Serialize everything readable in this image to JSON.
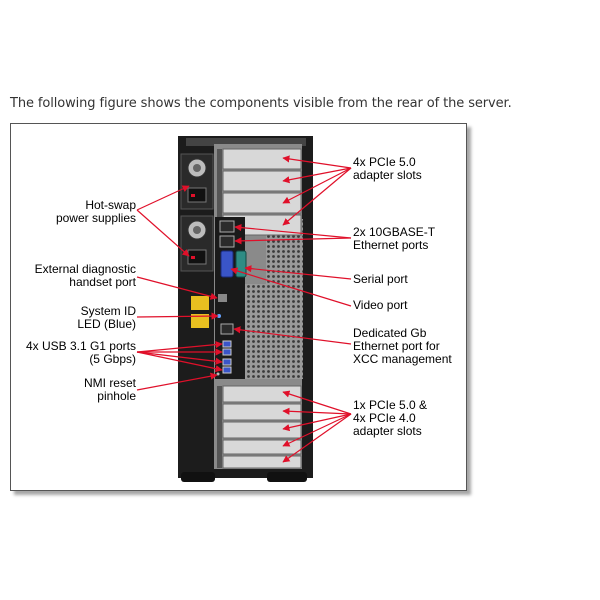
{
  "caption": "The following figure shows the components visible from the rear of the server.",
  "labels_left": {
    "hot_swap": [
      "Hot-swap",
      "power supplies"
    ],
    "diag_port": [
      "External diagnostic",
      "handset port"
    ],
    "system_id": [
      "System ID",
      "LED (Blue)"
    ],
    "usb": [
      "4x USB 3.1 G1 ports",
      "(5 Gbps)"
    ],
    "nmi": [
      "NMI reset",
      "pinhole"
    ]
  },
  "labels_right": {
    "pcie_top": [
      "4x PCIe 5.0",
      "adapter slots"
    ],
    "ethernet_10g": [
      "2x 10GBASE-T",
      "Ethernet ports"
    ],
    "serial": [
      "Serial port"
    ],
    "video": [
      "Video port"
    ],
    "xcc": [
      "Dedicated Gb",
      "Ethernet port for",
      "XCC management"
    ],
    "pcie_bottom": [
      "1x PCIe 5.0 &",
      "4x PCIe 4.0",
      "adapter slots"
    ]
  },
  "colors": {
    "callout": "#e0102a",
    "chassis": "#1c1c1c",
    "panel": "#8a8a8a",
    "slot": "#d8d8d8",
    "vga_blue": "#3a55c8",
    "serial_teal": "#2e8c84",
    "warning_yellow": "#e8c020"
  }
}
